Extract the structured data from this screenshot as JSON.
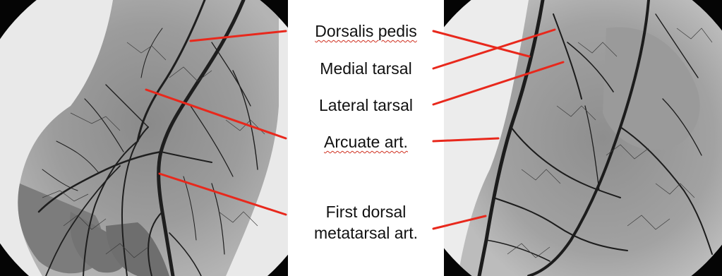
{
  "labels": {
    "dorsalis_pedis": "Dorsalis pedis",
    "medial_tarsal": "Medial tarsal",
    "lateral_tarsal": "Lateral tarsal",
    "arcuate_art": "Arcuate art.",
    "first_dorsal_line1": "First dorsal",
    "first_dorsal_line2": "metatarsal art."
  },
  "images": {
    "left": "angiogram-dorsal-foot",
    "right": "angiogram-lateral-foot"
  },
  "colors": {
    "leader_line": "#e8281c",
    "text": "#111111",
    "background": "#ffffff",
    "spellcheck_underline": "#d03020"
  }
}
